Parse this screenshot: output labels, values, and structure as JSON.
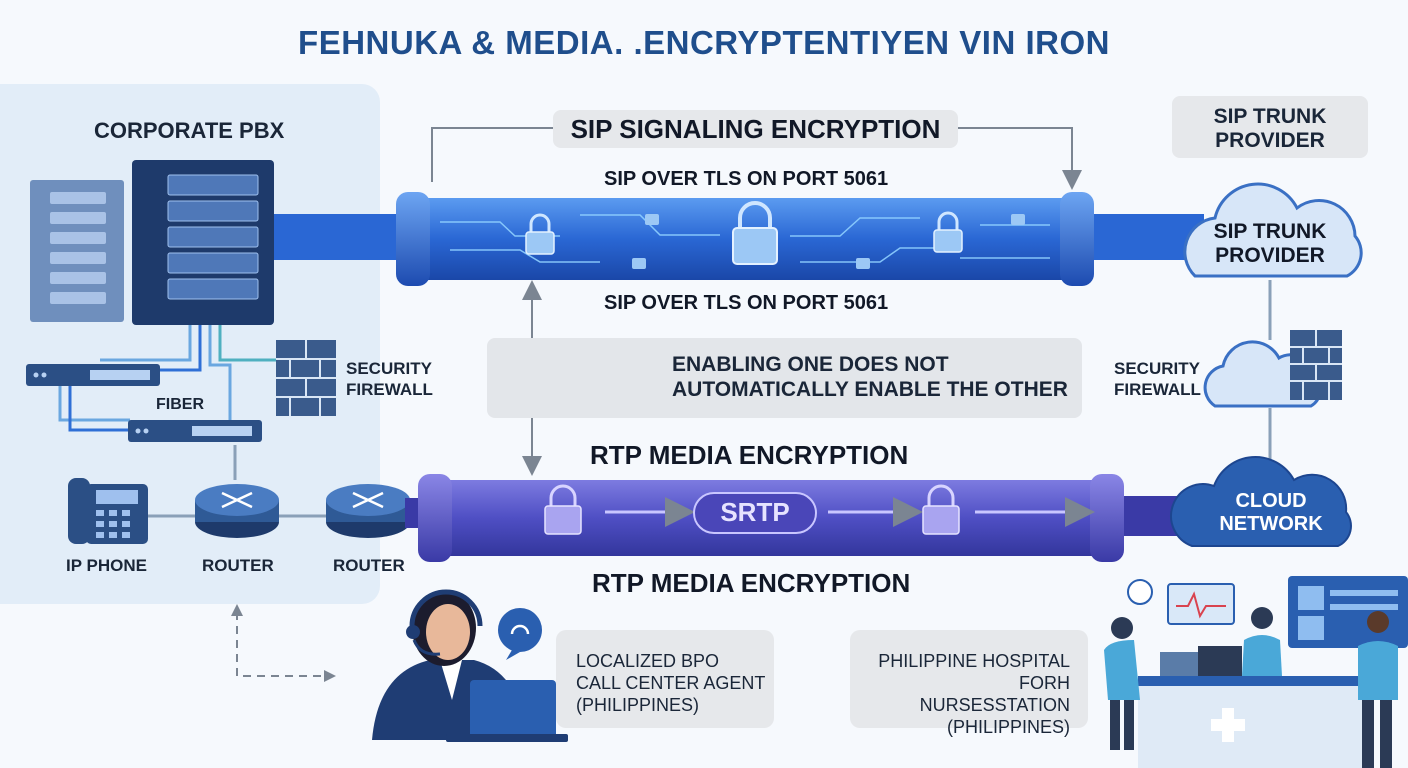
{
  "title": "FEHNUKA & MEDIA. .ENCRYPTENTIYEN VIN IRON",
  "colors": {
    "accent": "#1f4e8c",
    "signaling_pipe": "#2f6fd6",
    "media_pipe": "#5a56c9",
    "panel": "#e2edf8",
    "box": "#e6e8eb"
  },
  "left": {
    "pbx_label": "CORPORATE PBX",
    "firewall_label_1": "SECURITY",
    "firewall_label_2": "FIREWALL",
    "fiber_label": "FIBER",
    "ip_phone_label": "IP PHONE",
    "router1_label": "ROUTER",
    "router2_label": "ROUTER"
  },
  "signaling": {
    "header": "SIP SIGNALING ENCRYPTION",
    "top_label": "SIP OVER TLS ON PORT 5061",
    "bottom_label": "SIP OVER TLS ON PORT 5061"
  },
  "note": {
    "line1": "ENABLING ONE DOES NOT",
    "line2": "AUTOMATICALLY ENABLE THE OTHER"
  },
  "media": {
    "top_label": "RTP MEDIA ENCRYPTION",
    "pipe_badge": "SRTP",
    "bottom_label": "RTP MEDIA ENCRYPTION"
  },
  "right": {
    "trunk_box_line1": "SIP TRUNK",
    "trunk_box_line2": "PROVIDER",
    "trunk_cloud_line1": "SIP TRUNK",
    "trunk_cloud_line2": "PROVIDER",
    "firewall_label_1": "SECURITY",
    "firewall_label_2": "FIREWALL",
    "cloud_line1": "CLOUD",
    "cloud_line2": "NETWORK"
  },
  "bpo": {
    "line1": "LOCALIZED BPO",
    "line2": "CALL CENTER AGENT",
    "line3": "(PHILIPPINES)"
  },
  "hospital": {
    "line1": "PHILIPPINE HOSPITAL",
    "line2": "FORH NURSESSTATION",
    "line3": "(PHILIPPINES)"
  }
}
